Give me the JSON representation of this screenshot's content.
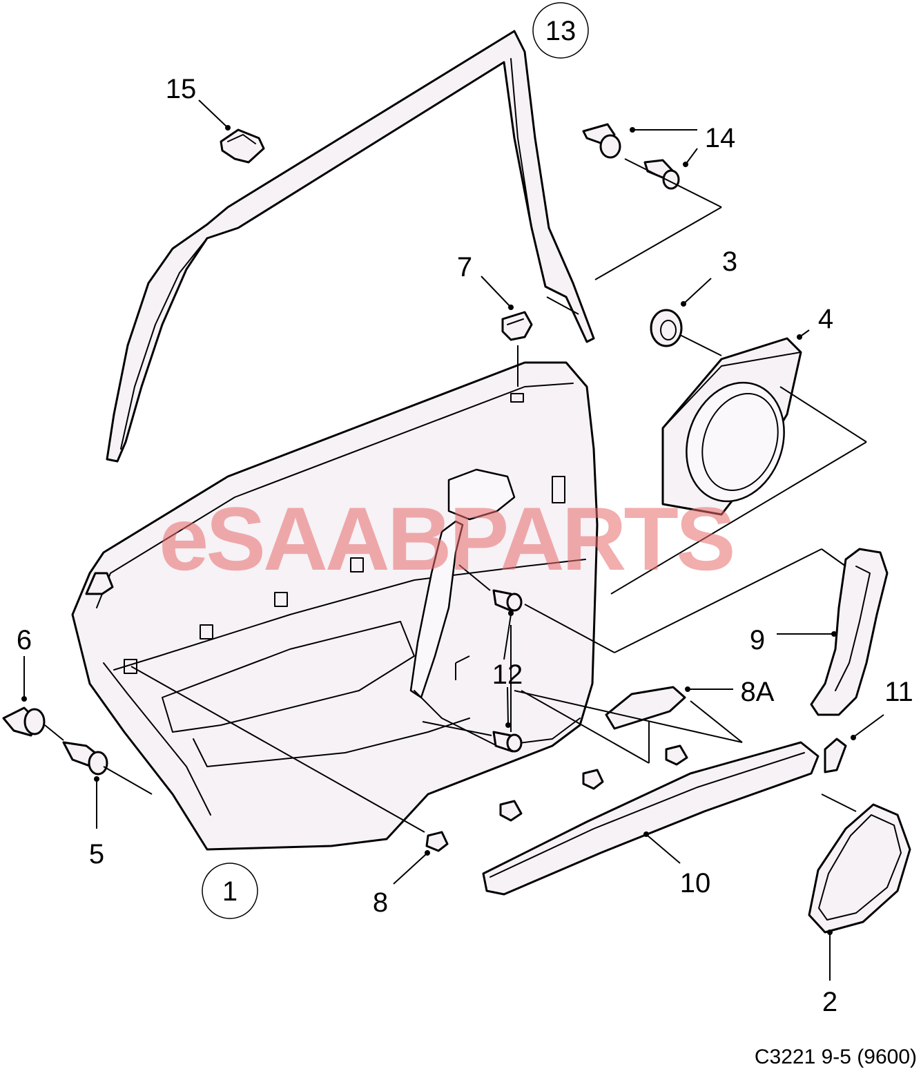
{
  "diagram": {
    "watermark": "eSAABPARTS",
    "reference_code": "C3221 9-5 (9600)",
    "callouts": {
      "c1": "1",
      "c2": "2",
      "c3": "3",
      "c4": "4",
      "c5": "5",
      "c6": "6",
      "c7": "7",
      "c8": "8",
      "c8a": "8A",
      "c9": "9",
      "c10": "10",
      "c11": "11",
      "c12": "12",
      "c13": "13",
      "c14": "14",
      "c15": "15"
    },
    "colors": {
      "line": "#000000",
      "part_fill": "#f6f2f6",
      "watermark": "#e86a6a",
      "background": "#ffffff"
    }
  }
}
